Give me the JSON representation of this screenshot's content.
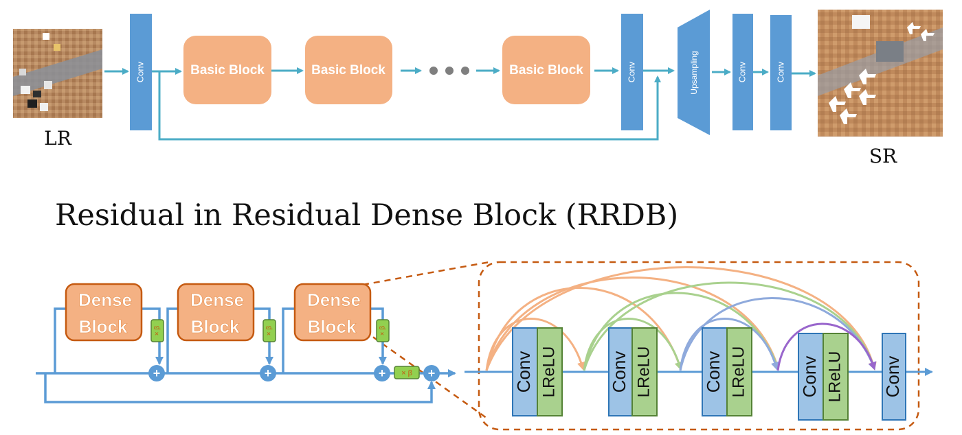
{
  "top": {
    "input_label": "LR",
    "output_label": "SR",
    "blocks": {
      "conv": "Conv",
      "basic_block": "Basic Block",
      "upsampling": "Upsampling"
    }
  },
  "rrdb": {
    "title": "Residual in Residual Dense Block (RRDB)",
    "dense_block_line1": "Dense",
    "dense_block_line2": "Block",
    "scale_label": "× β",
    "plus": "+"
  },
  "dense_detail": {
    "conv": "Conv",
    "lrelu": "LReLU"
  },
  "colors": {
    "conv_blue": "#5b9bd5",
    "basic_orange": "#f4b183",
    "dense_orange": "#f4b183",
    "dense_border": "#c55a11",
    "arrow_teal": "#4bacc6",
    "detail_conv": "#9dc3e6",
    "detail_lrelu": "#a9d18e",
    "detail_border": "#2e75b6",
    "dash_orange": "#c55a11",
    "arc_orange": "#f4b183",
    "arc_green": "#a9d18e",
    "arc_blue": "#8faadc",
    "arc_purple": "#9966cc",
    "scale_green": "#92d050"
  },
  "icons": {
    "dots": "ellipsis-icon",
    "plus": "plus-circle-icon"
  }
}
